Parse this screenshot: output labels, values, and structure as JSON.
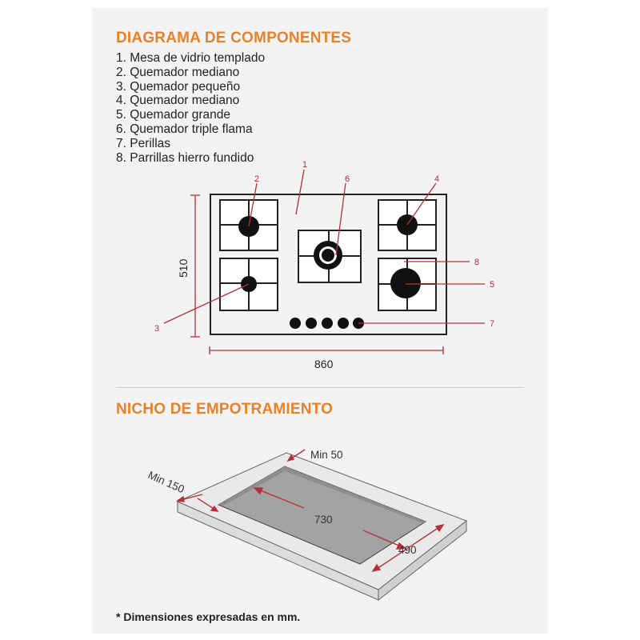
{
  "section1": {
    "title": "DIAGRAMA DE COMPONENTES",
    "components": [
      "1. Mesa de vidrio templado",
      "2. Quemador mediano",
      "3. Quemador pequeño",
      "4. Quemador mediano",
      "5. Quemador grande",
      "6. Quemador triple flama",
      "7. Perillas",
      "8. Parrillas hierro fundido"
    ],
    "diagram": {
      "callouts": [
        "1",
        "2",
        "3",
        "4",
        "5",
        "6",
        "7",
        "8"
      ],
      "height_label": "510",
      "width_label": "860"
    }
  },
  "section2": {
    "title": "NICHO DE EMPOTRAMIENTO",
    "dims": {
      "min_back": "Min 50",
      "min_front": "Min 150",
      "length": "730",
      "depth": "490"
    }
  },
  "footnote": "* Dimensiones expresadas en mm.",
  "colors": {
    "title": "#e8822a",
    "callout": "#b5303a",
    "outline": "#222222",
    "background": "#f3f3f3"
  }
}
